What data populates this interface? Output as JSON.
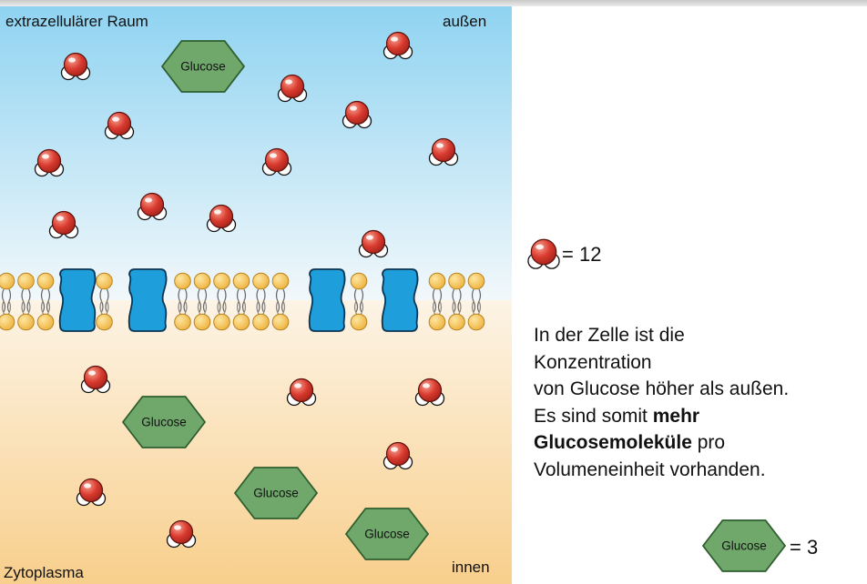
{
  "labels": {
    "outside_region": "extrazellulärer Raum",
    "outside_side": "außen",
    "inside_region": "Zytoplasma",
    "inside_side": "innen"
  },
  "glucose_label": "Glucose",
  "legend": {
    "water_count": "= 12",
    "glucose_count": "= 3"
  },
  "description": {
    "line1": "In der Zelle ist die",
    "line2": "Konzentration",
    "line3": "von Glucose höher als außen.",
    "line4_pre": "Es sind somit ",
    "line4_bold": "mehr",
    "line5_bold": "Glucosemoleküle",
    "line5_post": " pro",
    "line6": "Volumeneinheit vorhanden."
  },
  "colors": {
    "outside_top": "#8fd3f1",
    "outside_bottom": "#f2f8fb",
    "inside_top": "#fdf4e6",
    "inside_bottom": "#f8cf8c",
    "water": "#d93a2e",
    "glucose_fill": "#6fa86a",
    "glucose_stroke": "#2f5e2f",
    "protein": "#1e9fdc",
    "lipid_head": "#f5c85a"
  }
}
